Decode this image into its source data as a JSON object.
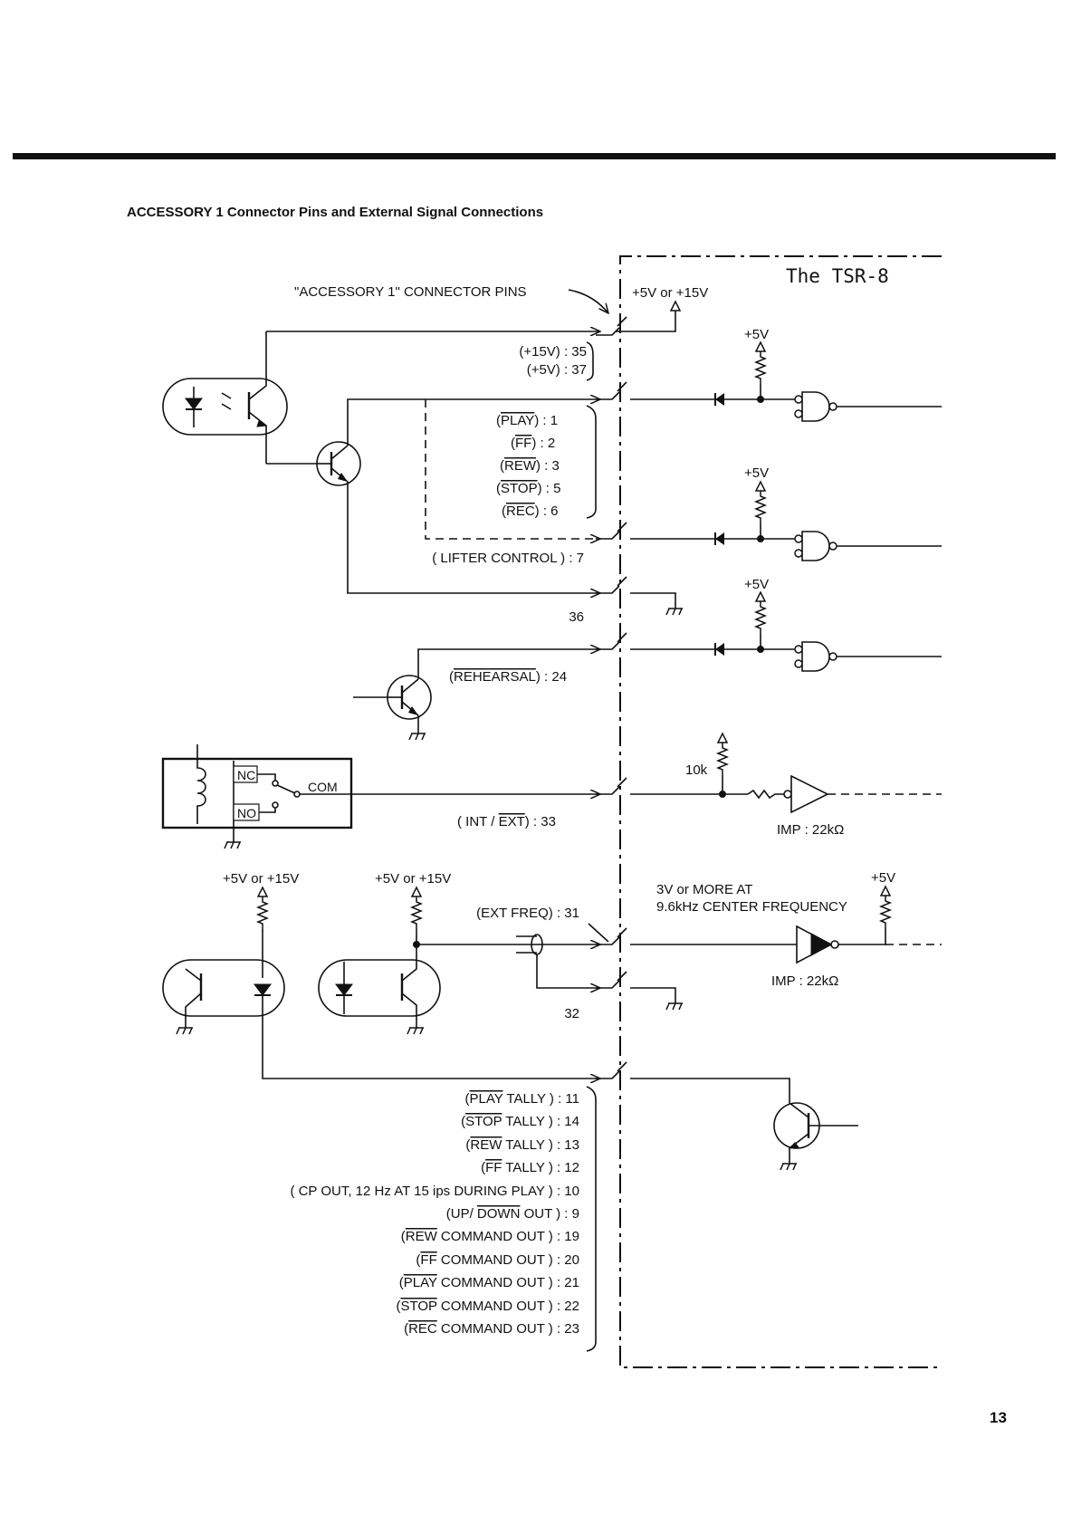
{
  "page": {
    "heading": "ACCESSORY 1 Connector Pins and External Signal Connections",
    "page_number": "13"
  },
  "diagram": {
    "device_title": "The TSR-8",
    "connector_caption": "\"ACCESSORY 1\" CONNECTOR PINS",
    "supply_main": "+5V or +15V",
    "plus5v": "+5V",
    "pins": {
      "p15v": "(+15V) : 35",
      "p5v": "(+5V) : 37",
      "play_pre": "(",
      "play_ov": "PLAY",
      "play_post": ") :   1",
      "ff_pre": "(",
      "ff_ov": "FF",
      "ff_post": ") :   2",
      "rew_pre": "(",
      "rew_ov": "REW",
      "rew_post": ") :   3",
      "stop_pre": "(",
      "stop_ov": "STOP",
      "stop_post": ") :   5",
      "rec_pre": "(",
      "rec_ov": "REC",
      "rec_post": ") :   6",
      "lifter": "( LIFTER CONTROL ) :   7",
      "gnd36": "36",
      "reh_pre": "(",
      "reh_ov": "REHEARSAL",
      "reh_post": ") : 24",
      "int_pre": "( INT / ",
      "int_ov": "EXT",
      "int_post": ") : 33",
      "extfreq": "(EXT FREQ) : 31",
      "gnd32": "32"
    },
    "relay": {
      "nc": "NC",
      "no": "NO",
      "com": "COM"
    },
    "resistor_10k": "10k",
    "imp": "IMP : 22kΩ",
    "supply_left_a": "+5V or +15V",
    "supply_left_b": "+5V or +15V",
    "freq_note_1": "3V or  MORE  AT",
    "freq_note_2": "9.6kHz  CENTER  FREQUENCY",
    "outputs": [
      {
        "pre": "(",
        "ov": "PLAY",
        "post": " TALLY ) :  11"
      },
      {
        "pre": "(",
        "ov": "STOP",
        "post": " TALLY ) :  14"
      },
      {
        "pre": "(",
        "ov": "REW",
        "post": " TALLY ) :  13"
      },
      {
        "pre": "(",
        "ov": "FF",
        "post": " TALLY ) :  12"
      },
      {
        "pre": "( CP OUT,  12 Hz  AT 15 ips DURING PLAY ) :  10",
        "ov": "",
        "post": ""
      },
      {
        "pre": "(UP/ ",
        "ov": "DOWN",
        "post": " OUT ) :   9"
      },
      {
        "pre": "(",
        "ov": "REW",
        "post": " COMMAND  OUT ) : 19"
      },
      {
        "pre": "(",
        "ov": "FF",
        "post": " COMMAND  OUT ) : 20"
      },
      {
        "pre": "(",
        "ov": "PLAY",
        "post": " COMMAND  OUT ) : 21"
      },
      {
        "pre": "(",
        "ov": "STOP",
        "post": " COMMAND  OUT ) : 22"
      },
      {
        "pre": "(",
        "ov": "REC",
        "post": " COMMAND  OUT ) : 23"
      }
    ]
  }
}
